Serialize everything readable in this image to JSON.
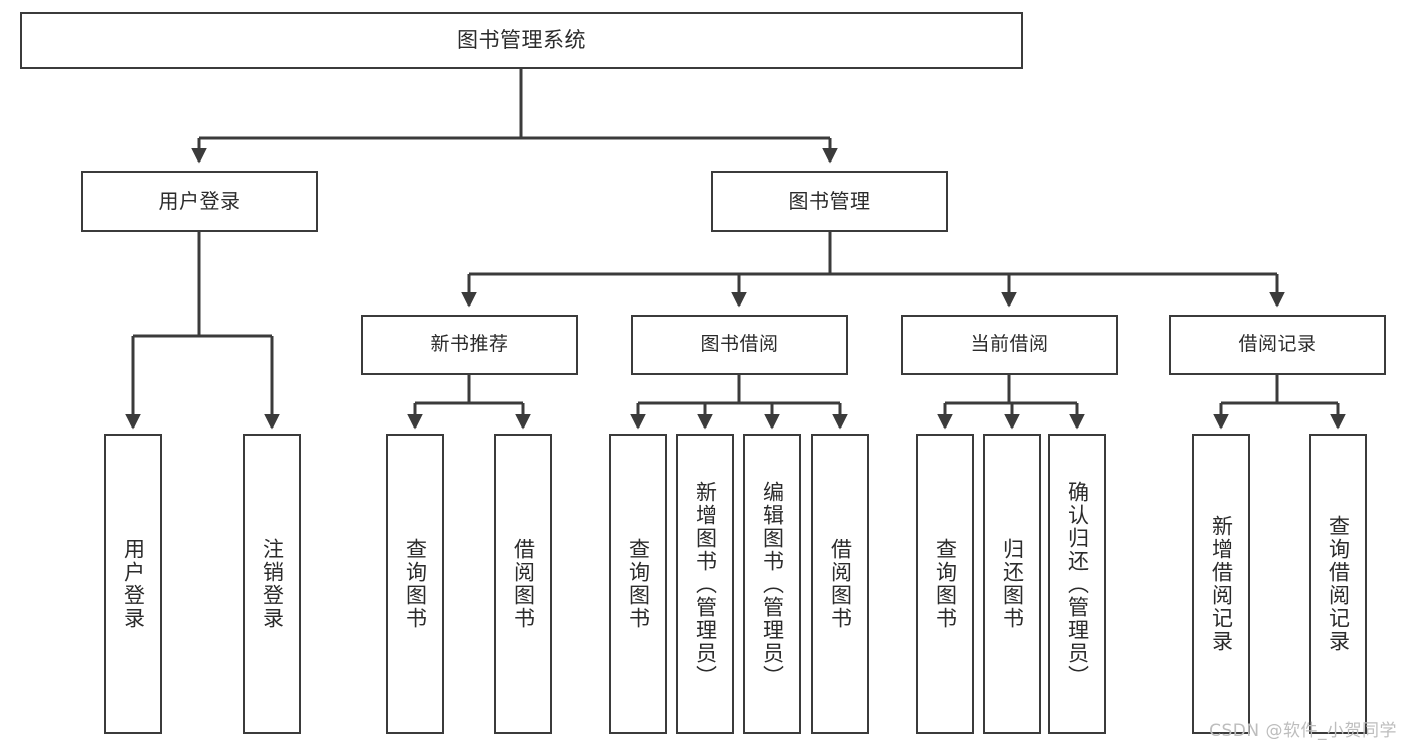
{
  "diagram": {
    "title": "图书管理系统",
    "type": "tree",
    "line_color": "#3b3b3b",
    "box_fill": "#ffffff",
    "text_color": "#2b2b2b",
    "root": {
      "id": "root",
      "label": "图书管理系统"
    },
    "level2": [
      {
        "id": "user-login",
        "label": "用户登录"
      },
      {
        "id": "book-manage",
        "label": "图书管理"
      }
    ],
    "level3": [
      {
        "id": "new-book-rec",
        "label": "新书推荐",
        "parent": "book-manage"
      },
      {
        "id": "book-borrow",
        "label": "图书借阅",
        "parent": "book-manage"
      },
      {
        "id": "current-borrow",
        "label": "当前借阅",
        "parent": "book-manage"
      },
      {
        "id": "borrow-record",
        "label": "借阅记录",
        "parent": "book-manage"
      }
    ],
    "leaves": [
      {
        "id": "leaf-user-login",
        "label": "用户登录",
        "parent": "user-login"
      },
      {
        "id": "leaf-logout",
        "label": "注销登录",
        "parent": "user-login"
      },
      {
        "id": "leaf-query-book-1",
        "label": "查询图书",
        "parent": "new-book-rec"
      },
      {
        "id": "leaf-borrow-book-1",
        "label": "借阅图书",
        "parent": "new-book-rec"
      },
      {
        "id": "leaf-query-book-2",
        "label": "查询图书",
        "parent": "book-borrow"
      },
      {
        "id": "leaf-add-book",
        "label": "新增图书（管理员）",
        "parent": "book-borrow"
      },
      {
        "id": "leaf-edit-book",
        "label": "编辑图书（管理员）",
        "parent": "book-borrow"
      },
      {
        "id": "leaf-borrow-book-2",
        "label": "借阅图书",
        "parent": "book-borrow"
      },
      {
        "id": "leaf-query-book-3",
        "label": "查询图书",
        "parent": "current-borrow"
      },
      {
        "id": "leaf-return-book",
        "label": "归还图书",
        "parent": "current-borrow"
      },
      {
        "id": "leaf-confirm-return",
        "label": "确认归还（管理员）",
        "parent": "current-borrow"
      },
      {
        "id": "leaf-add-record",
        "label": "新增借阅记录",
        "parent": "borrow-record"
      },
      {
        "id": "leaf-query-record",
        "label": "查询借阅记录",
        "parent": "borrow-record"
      }
    ]
  },
  "watermark": {
    "text": "CSDN @软件_小贺同学"
  }
}
